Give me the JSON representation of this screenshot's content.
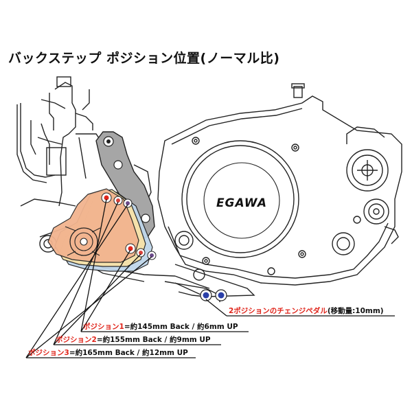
{
  "title": "バックステップ ポジション位置(ノーマル比)",
  "brand_logo_text": "EGAWA",
  "labels": {
    "pedal_name": "2ポジションのチェンジペダル",
    "pedal_detail": "(移動量:10mm)",
    "positions": [
      {
        "name": "ポジション1",
        "detail": "=約145mm Back / 約6mm UP"
      },
      {
        "name": "ポジション2",
        "detail": "=約155mm Back / 約9mm UP"
      },
      {
        "name": "ポジション3",
        "detail": "=約165mm Back / 約12mm UP"
      }
    ]
  },
  "colors": {
    "accent_red": "#e0251b",
    "plate_pos1": "#f2b48f",
    "plate_pos2": "#f7e2a8",
    "plate_pos3": "#bfd6ea",
    "stock_bracket": "#a6a6a6",
    "pedal_tip": "#2a3fa8"
  }
}
